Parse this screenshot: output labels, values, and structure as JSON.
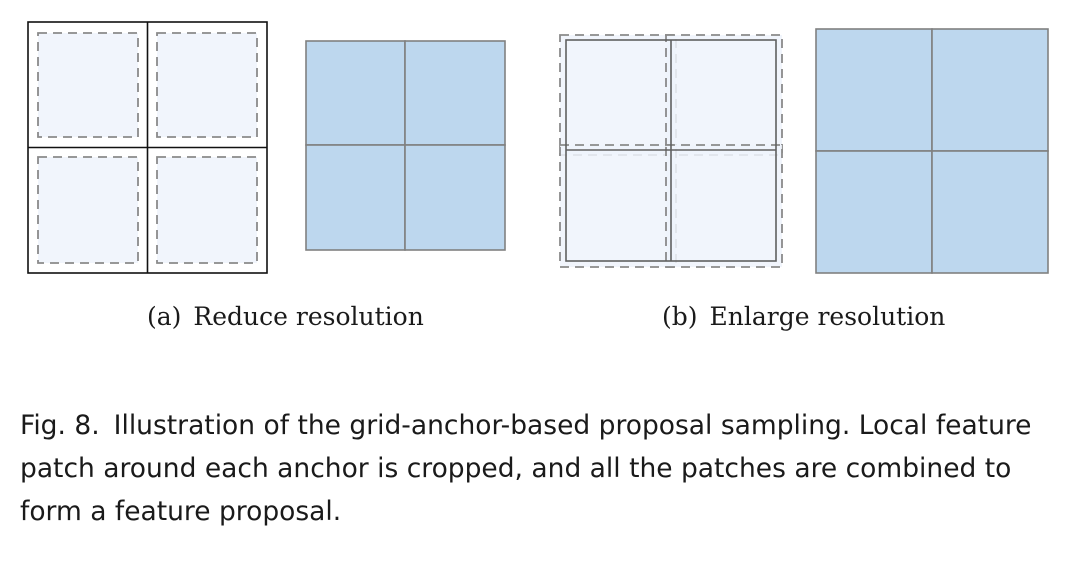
{
  "subfigures": [
    {
      "tag": "(a)",
      "label": "Reduce resolution"
    },
    {
      "tag": "(b)",
      "label": "Enlarge resolution"
    }
  ],
  "caption": {
    "label": "Fig. 8.",
    "text": "Illustration of the grid-anchor-based proposal sampling. Local feature patch around each anchor is cropped, and all the patches are combined to form a feature proposal."
  },
  "colors": {
    "patch_fill": "#eef3fb",
    "proposal_fill": "#bdd7ee",
    "dashed_stroke": "#8a8a8a",
    "solid_stroke": "#808080",
    "grid_stroke": "#111111"
  }
}
